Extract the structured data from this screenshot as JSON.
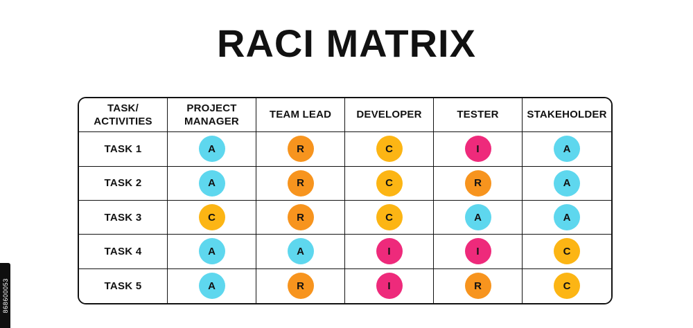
{
  "title": "RACI MATRIX",
  "watermark_id": "868600053",
  "legend_colors": {
    "A_accountable": "#5ED7EE",
    "R_responsible": "#F7941E",
    "C_consulted": "#FCB514",
    "I_informed": "#EE2A7B"
  },
  "table": {
    "headers": [
      "TASK/\nACTIVITIES",
      "PROJECT\nMANAGER",
      "TEAM LEAD",
      "DEVELOPER",
      "TESTER",
      "STAKEHOLDER"
    ],
    "rows": [
      {
        "task": "TASK 1",
        "cells": [
          {
            "letter": "A",
            "color": "#5ED7EE"
          },
          {
            "letter": "R",
            "color": "#F7941E"
          },
          {
            "letter": "C",
            "color": "#FCB514"
          },
          {
            "letter": "I",
            "color": "#EE2A7B"
          },
          {
            "letter": "A",
            "color": "#5ED7EE"
          }
        ]
      },
      {
        "task": "TASK 2",
        "cells": [
          {
            "letter": "A",
            "color": "#5ED7EE"
          },
          {
            "letter": "R",
            "color": "#F7941E"
          },
          {
            "letter": "C",
            "color": "#FCB514"
          },
          {
            "letter": "R",
            "color": "#F7941E"
          },
          {
            "letter": "A",
            "color": "#5ED7EE"
          }
        ]
      },
      {
        "task": "TASK 3",
        "cells": [
          {
            "letter": "C",
            "color": "#FCB514"
          },
          {
            "letter": "R",
            "color": "#F7941E"
          },
          {
            "letter": "C",
            "color": "#FCB514"
          },
          {
            "letter": "A",
            "color": "#5ED7EE"
          },
          {
            "letter": "A",
            "color": "#5ED7EE"
          }
        ]
      },
      {
        "task": "TASK 4",
        "cells": [
          {
            "letter": "A",
            "color": "#5ED7EE"
          },
          {
            "letter": "A",
            "color": "#5ED7EE"
          },
          {
            "letter": "I",
            "color": "#EE2A7B"
          },
          {
            "letter": "I",
            "color": "#EE2A7B"
          },
          {
            "letter": "C",
            "color": "#FCB514"
          }
        ]
      },
      {
        "task": "TASK 5",
        "cells": [
          {
            "letter": "A",
            "color": "#5ED7EE"
          },
          {
            "letter": "R",
            "color": "#F7941E"
          },
          {
            "letter": "I",
            "color": "#EE2A7B"
          },
          {
            "letter": "R",
            "color": "#F7941E"
          },
          {
            "letter": "C",
            "color": "#FCB514"
          }
        ]
      }
    ]
  }
}
